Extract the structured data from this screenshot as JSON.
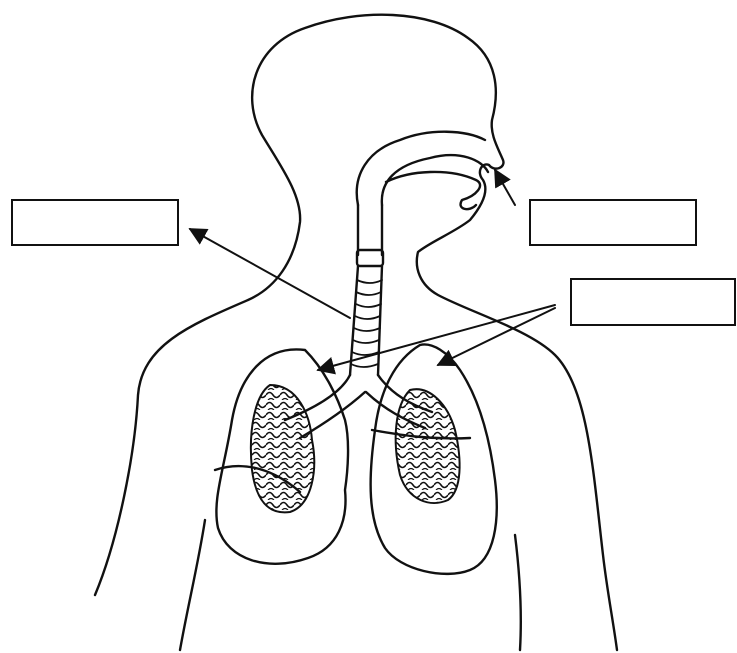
{
  "diagram": {
    "labels": [
      {
        "id": "trachea",
        "text": ""
      },
      {
        "id": "mouth-nose",
        "text": ""
      },
      {
        "id": "lungs",
        "text": ""
      }
    ],
    "colors": {
      "line": "#111111",
      "background": "#ffffff",
      "box_fill": "#ffffff"
    }
  }
}
